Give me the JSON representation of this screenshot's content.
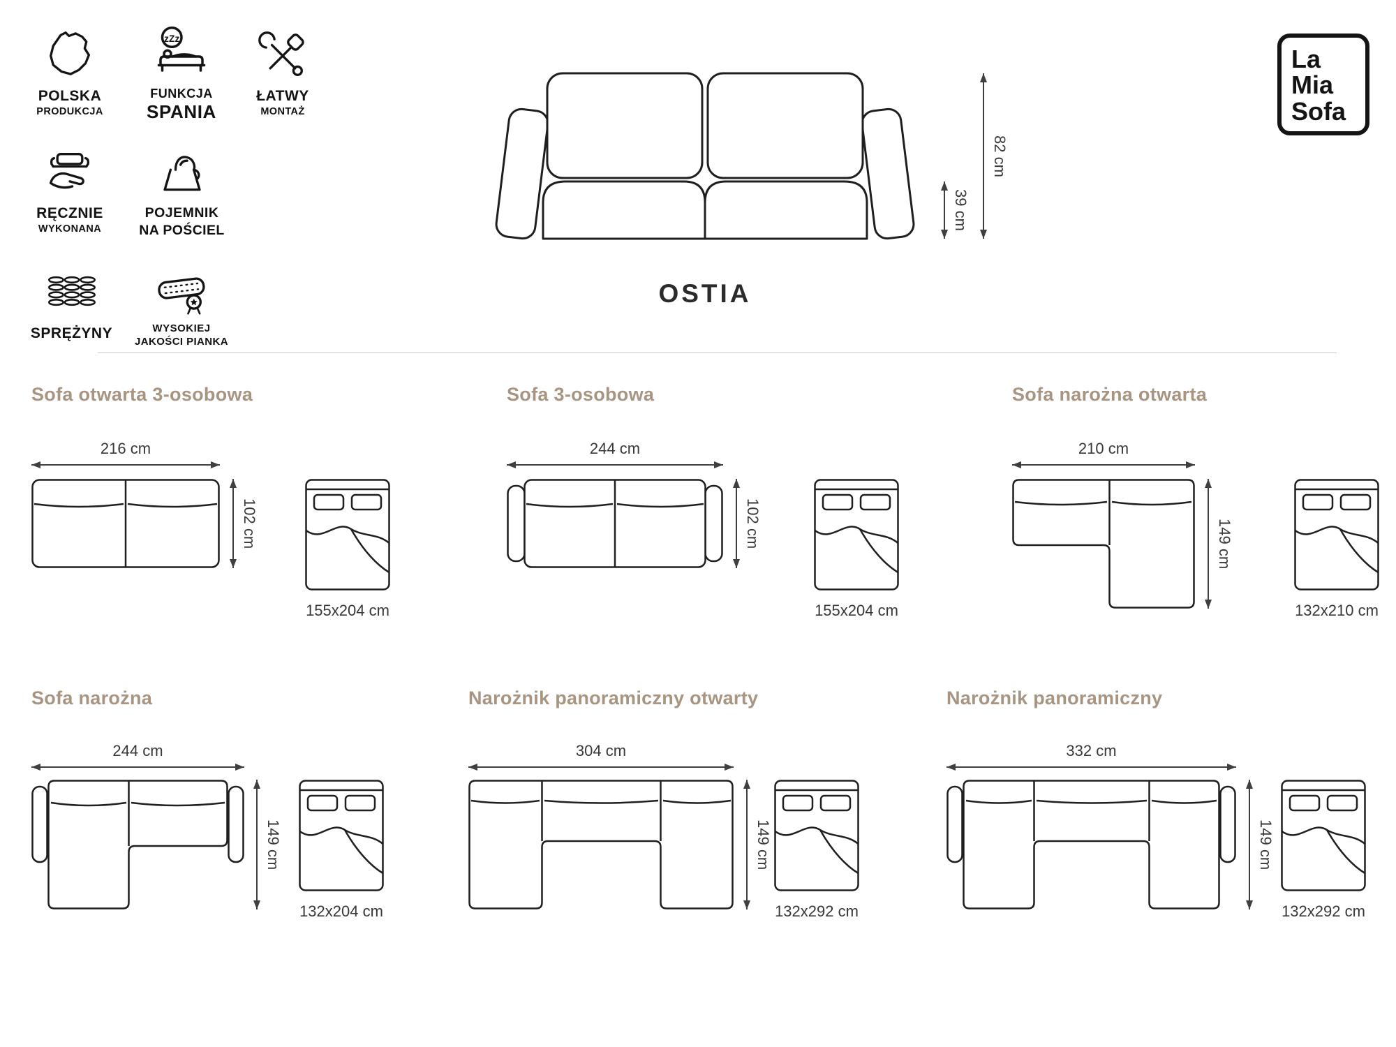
{
  "brand": {
    "line1": "La",
    "line2": "Mia",
    "line3": "Sofa"
  },
  "product": {
    "name": "OSTIA",
    "height_total": "82 cm",
    "seat_height": "39 cm"
  },
  "features": [
    {
      "icon": "poland-map-icon",
      "line1": "POLSKA",
      "line2": "PRODUKCJA"
    },
    {
      "icon": "sleep-function-icon",
      "line1": "FUNKCJA",
      "line2": "SPANIA",
      "zzz": "zZz"
    },
    {
      "icon": "easy-assembly-icon",
      "line1": "ŁATWY",
      "line2": "MONTAŻ"
    },
    {
      "icon": "handmade-icon",
      "line1": "RĘCZNIE",
      "line2": "WYKONANA"
    },
    {
      "icon": "bedding-storage-icon",
      "line1": "POJEMNIK",
      "line2": "NA POŚCIEL"
    },
    {
      "icon": "springs-icon",
      "line1": "SPRĘŻYNY",
      "line2": ""
    },
    {
      "icon": "foam-icon",
      "line1": "WYSOKIEJ",
      "line2": "JAKOŚCI PIANKA"
    }
  ],
  "variants": [
    {
      "title": "Sofa otwarta 3-osobowa",
      "width": "216 cm",
      "depth": "102 cm",
      "bed_size": "155x204 cm"
    },
    {
      "title": "Sofa 3-osobowa",
      "width": "244 cm",
      "depth": "102 cm",
      "bed_size": "155x204 cm"
    },
    {
      "title": "Sofa narożna otwarta",
      "width": "210 cm",
      "depth": "149 cm",
      "bed_size": "132x210 cm"
    },
    {
      "title": "Sofa narożna",
      "width": "244 cm",
      "depth": "149 cm",
      "bed_size": "132x204 cm"
    },
    {
      "title": "Narożnik panoramiczny otwarty",
      "width": "304 cm",
      "depth": "149 cm",
      "bed_size": "132x292 cm"
    },
    {
      "title": "Narożnik panoramiczny",
      "width": "332 cm",
      "depth": "149 cm",
      "bed_size": "132x292 cm"
    }
  ],
  "colors": {
    "heading": "#a79481",
    "line_art": "#1f1f1f",
    "dimension_text": "#383838",
    "divider": "#c9c9c9"
  }
}
